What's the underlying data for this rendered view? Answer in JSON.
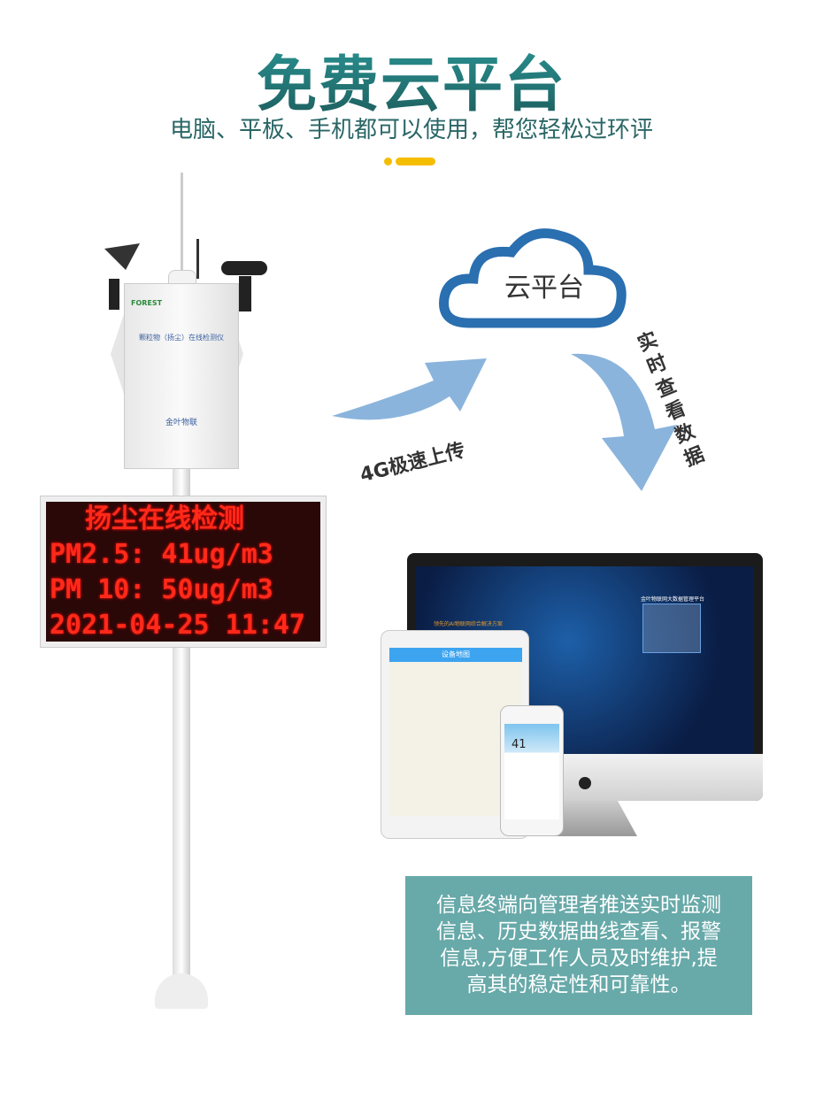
{
  "title": "免费云平台",
  "subtitle": "电脑、平板、手机都可以使用，帮您轻松过环评",
  "colors": {
    "title": "#237a7a",
    "accent": "#f5bd00",
    "info_bg": "#68a9a9",
    "cloud": "#2a6fb0",
    "arrow": "#8ab4dc",
    "led_text": "#ff2a1a"
  },
  "device": {
    "logo": "FOREST",
    "label": "颗粒物（扬尘）在线检测仪",
    "brand": "金叶物联",
    "led": [
      "扬尘在线检测",
      "PM2.5: 41ug/m3",
      "PM 10: 50ug/m3",
      "2021-04-25 11:47"
    ]
  },
  "cloud": {
    "label": "云平台"
  },
  "arrows": {
    "upload": "4G极速上传",
    "view": "实时查看数据"
  },
  "monitor": {
    "tagline": "领先的AI物联网综合解决方案",
    "login_title": "金叶物联网大数据管理平台"
  },
  "tablet": {
    "header": "设备地图"
  },
  "phone": {
    "value": "41"
  },
  "info": [
    "信息终端向管理者推送实时监测",
    "信息、历史数据曲线查看、报警",
    "信息,方便工作人员及时维护,提",
    "高其的稳定性和可靠性。"
  ]
}
